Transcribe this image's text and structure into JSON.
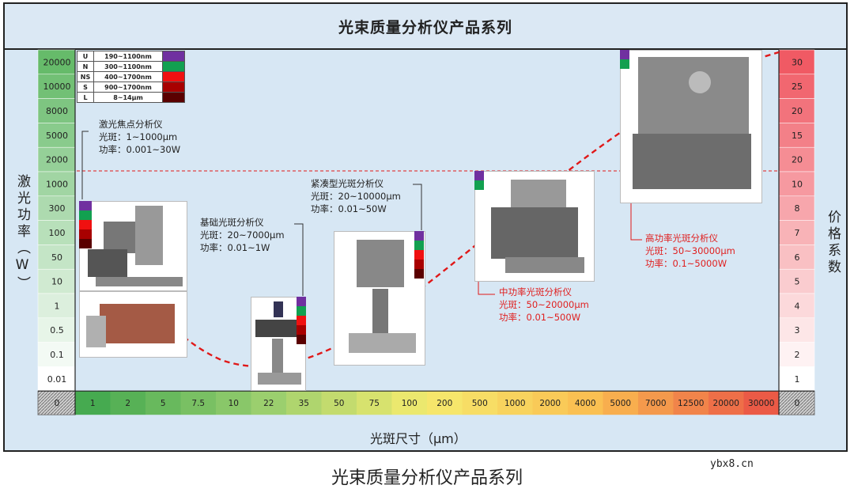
{
  "header": {
    "title": "光束质量分析仪产品系列"
  },
  "axes": {
    "y_left_label": "激光功率（W）",
    "y_right_label": "价格系数",
    "x_label": "光斑尺寸（μm）",
    "corner_left": "0",
    "corner_right": "0",
    "left_ticks": [
      "20000",
      "10000",
      "8000",
      "5000",
      "2000",
      "1000",
      "300",
      "100",
      "50",
      "10",
      "1",
      "0.5",
      "0.1",
      "0.01"
    ],
    "right_ticks": [
      "30",
      "25",
      "20",
      "15",
      "20",
      "10",
      "8",
      "7",
      "6",
      "5",
      "4",
      "3",
      "2",
      "1"
    ],
    "x_ticks": [
      "1",
      "2",
      "5",
      "7.5",
      "10",
      "22",
      "35",
      "50",
      "75",
      "100",
      "200",
      "500",
      "1000",
      "2000",
      "4000",
      "5000",
      "7000",
      "12500",
      "20000",
      "30000"
    ]
  },
  "legend": [
    {
      "code": "U",
      "range": "190~1100nm",
      "color": "#7030a0"
    },
    {
      "code": "N",
      "range": "300~1100nm",
      "color": "#12a050"
    },
    {
      "code": "NS",
      "range": "400~1700nm",
      "color": "#f01010"
    },
    {
      "code": "S",
      "range": "900~1700nm",
      "color": "#a80000"
    },
    {
      "code": "L",
      "range": "8~14μm",
      "color": "#5a0000"
    }
  ],
  "products": [
    {
      "name": "激光焦点分析仪",
      "spot": "光斑：1~1000μm",
      "power": "功率：0.001~30W",
      "highlight": false
    },
    {
      "name": "基础光斑分析仪",
      "spot": "光斑：20~7000μm",
      "power": "功率：0.01~1W",
      "highlight": false
    },
    {
      "name": "紧凑型光斑分析仪",
      "spot": "光斑：20~10000μm",
      "power": "功率：0.01~50W",
      "highlight": false
    },
    {
      "name": "中功率光斑分析仪",
      "spot": "光斑：50~20000μm",
      "power": "功率：0.01~500W",
      "highlight": true
    },
    {
      "name": "高功率光斑分析仪",
      "spot": "光斑：50~30000μm",
      "power": "功率：0.1~5000W",
      "highlight": true
    }
  ],
  "colors": {
    "trend_line": "#e01818",
    "frame_bg": "#d7e7f4"
  },
  "caption": "光束质量分析仪产品系列",
  "watermark": "ybx8.cn"
}
